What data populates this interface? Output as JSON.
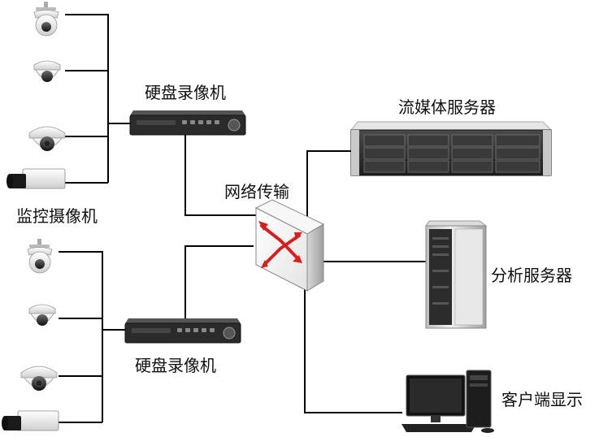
{
  "labels": {
    "dvr_top": "硬盘录像机",
    "dvr_bottom": "硬盘录像机",
    "cameras": "监控摄像机",
    "network": "网络传输",
    "streaming_server": "流媒体服务器",
    "analysis_server": "分析服务器",
    "client_display": "客户端显示"
  },
  "colors": {
    "line": "#000000",
    "switch_arrows": "#d42020",
    "server_body": "#2a2a2a",
    "camera_body": "#f2f2f2"
  },
  "icons": {
    "ptz_camera": "ptz-camera-icon",
    "mini_dome": "mini-dome-camera-icon",
    "ir_dome": "ir-dome-camera-icon",
    "box_camera": "box-camera-icon",
    "dvr": "dvr-icon",
    "switch": "network-switch-icon",
    "rack_server": "rack-server-icon",
    "blade_server": "blade-server-icon",
    "client_pc": "desktop-pc-icon"
  }
}
